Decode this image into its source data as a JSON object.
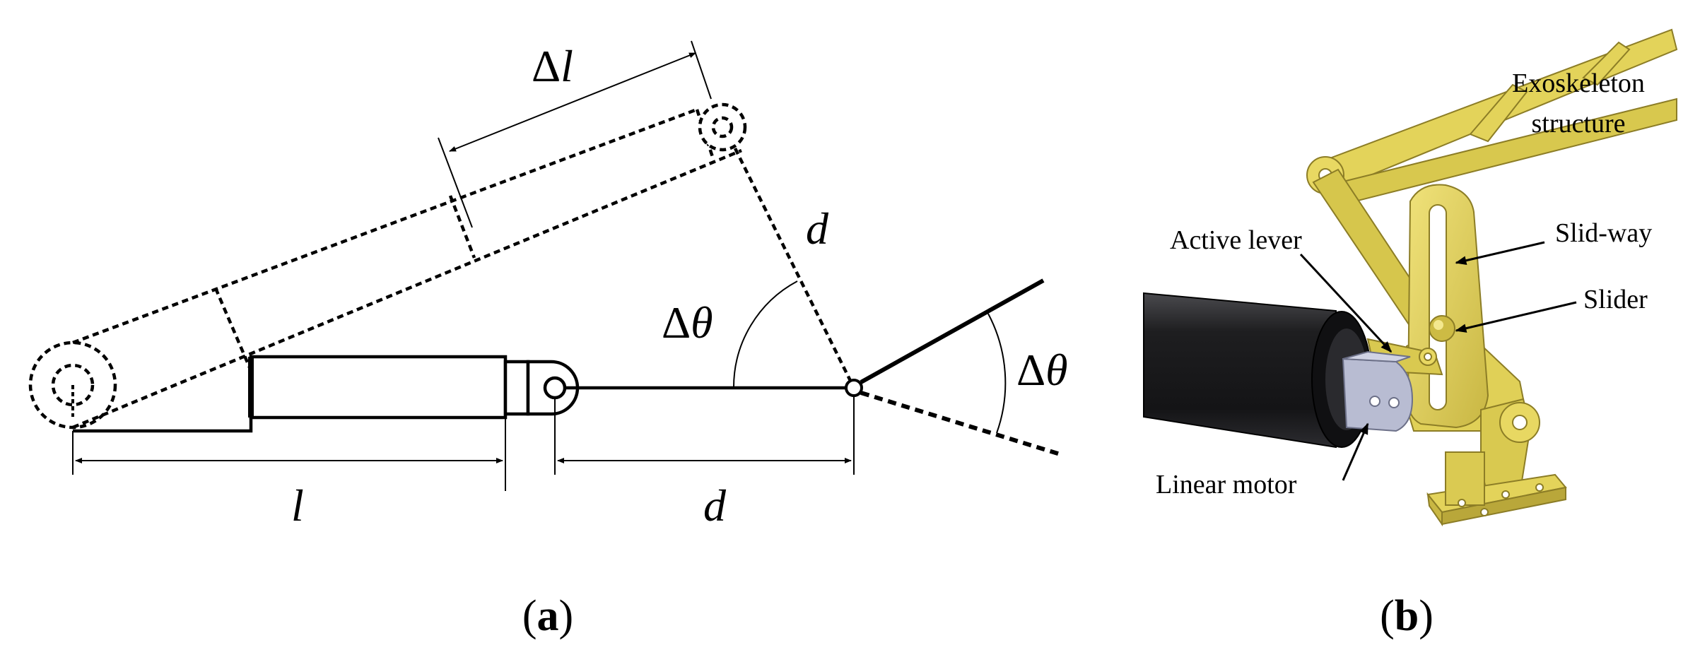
{
  "panel_a": {
    "label_delta_l_delta": "Δ",
    "label_delta_l_var": "l",
    "label_l": "l",
    "label_d_bottom": "d",
    "label_d_diag": "d",
    "label_dtheta_left_delta": "Δ",
    "label_dtheta_left_var": "θ",
    "label_dtheta_right_delta": "Δ",
    "label_dtheta_right_var": "θ",
    "caption_open": "(",
    "caption_letter": "a",
    "caption_close": ")"
  },
  "panel_b": {
    "annotations": {
      "exoskeleton_line1": "Exoskeleton",
      "exoskeleton_line2": "structure",
      "active_lever": "Active lever",
      "slid_way": "Slid-way",
      "slider": "Slider",
      "linear_motor": "Linear motor"
    },
    "colors": {
      "exoskeleton": "#E3D35A",
      "exoskeleton_shadow": "#B3A23A",
      "motor": "#1E1E20",
      "bracket": "#B8BCD2"
    },
    "caption_open": "(",
    "caption_letter": "b",
    "caption_close": ")"
  }
}
